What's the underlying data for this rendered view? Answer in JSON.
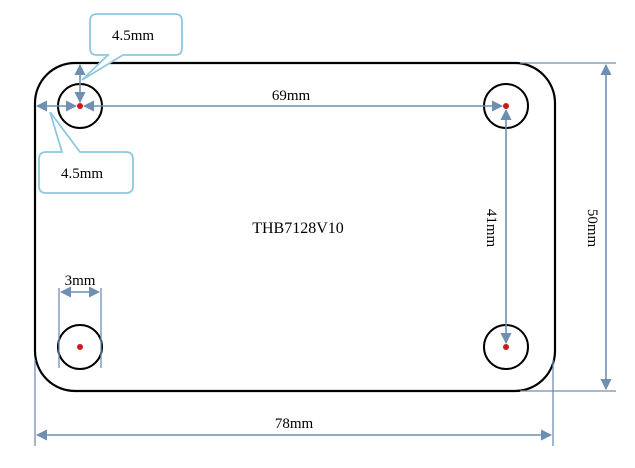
{
  "board": {
    "name": "THB7128V10"
  },
  "dimensions": {
    "width": "78mm",
    "height": "50mm",
    "hole_spacing_x": "69mm",
    "hole_spacing_y": "41mm",
    "edge_offset_top": "4.5mm",
    "edge_offset_left": "4.5mm",
    "hole_diameter": "3mm"
  },
  "colors": {
    "outline": "#000000",
    "dimension": "#6f8fb2",
    "hole_center": "#d01818",
    "callout_border": "#8ec8e0",
    "callout_fill": "#ffffff"
  }
}
